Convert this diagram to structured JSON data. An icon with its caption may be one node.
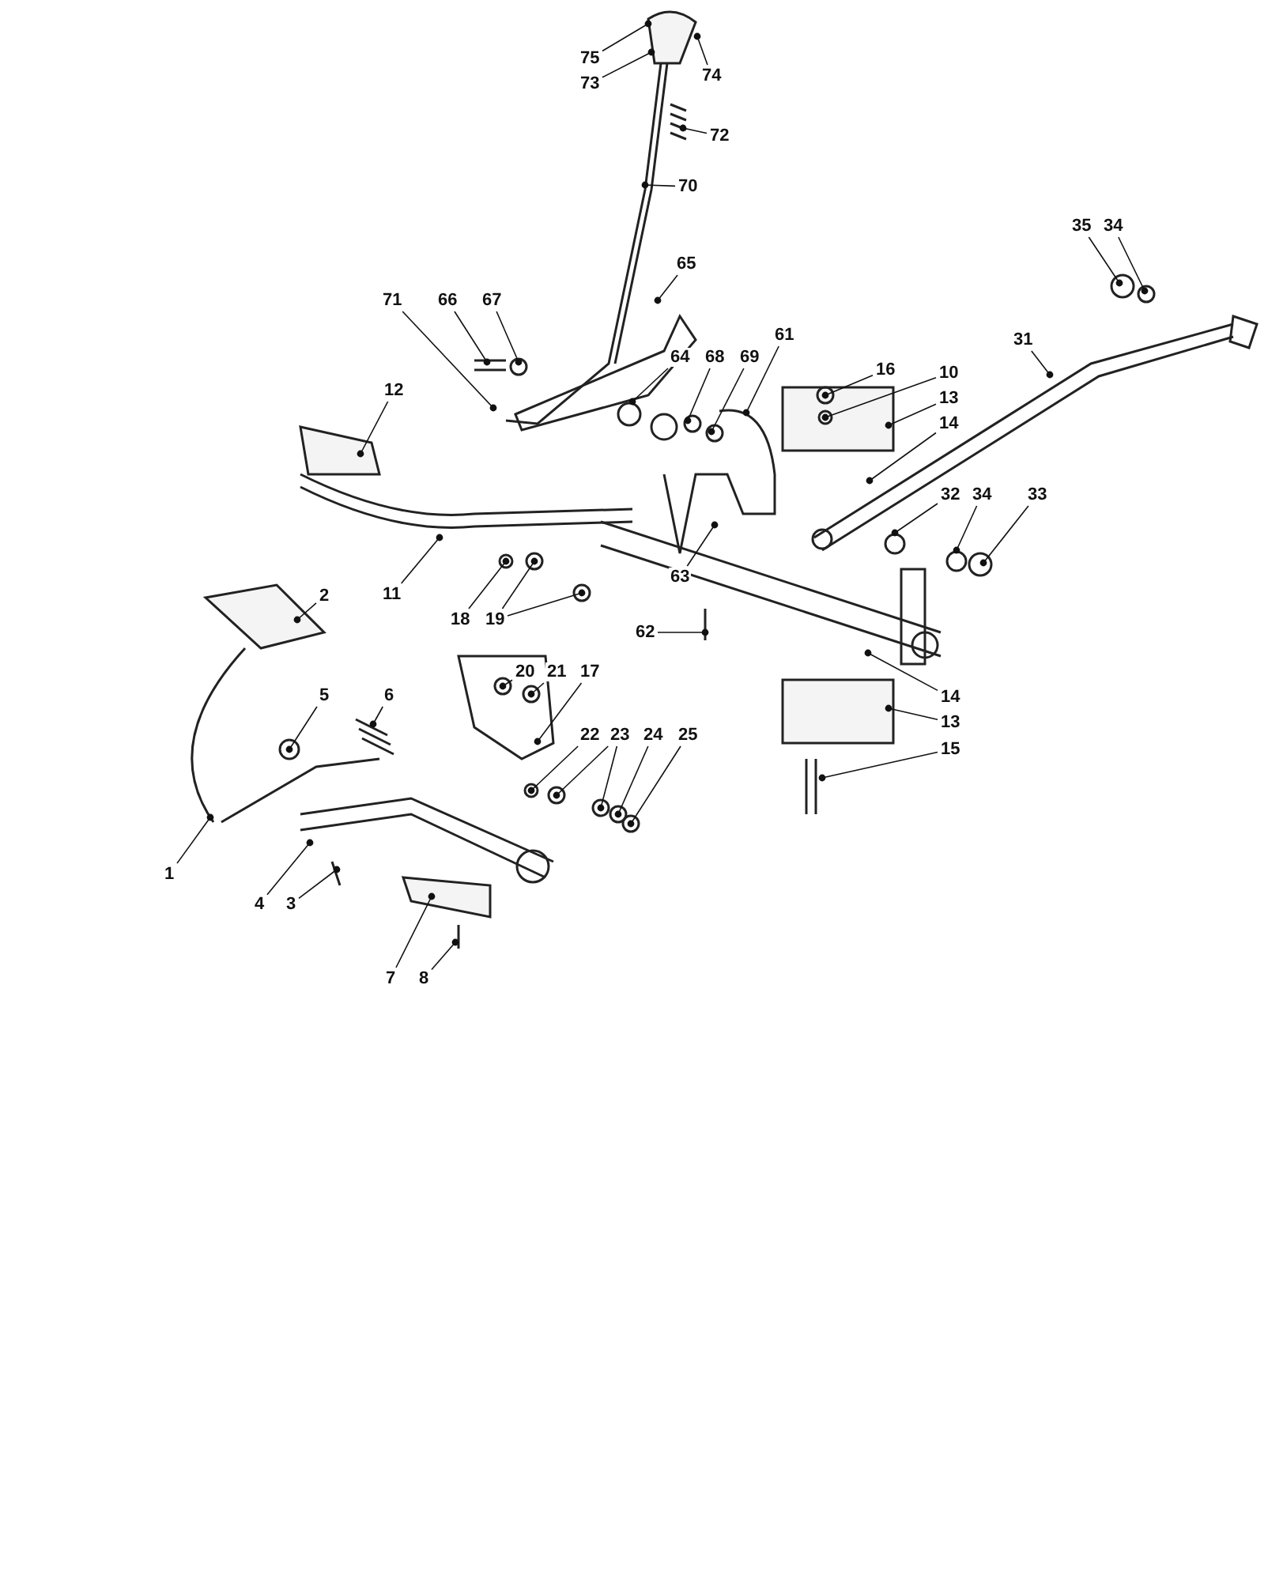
{
  "diagram": {
    "nodes": [
      {
        "text": [
          "75"
        ]
      },
      {
        "text": [
          "73"
        ]
      },
      {
        "text": [
          "74"
        ]
      },
      {
        "text": [
          "72"
        ]
      },
      {
        "text": [
          "70"
        ]
      },
      {
        "text": [
          "35"
        ]
      },
      {
        "text": [
          "34"
        ]
      },
      {
        "text": [
          "65"
        ]
      },
      {
        "text": [
          "71"
        ]
      },
      {
        "text": [
          "66"
        ]
      },
      {
        "text": [
          "67"
        ]
      },
      {
        "text": [
          "31"
        ]
      },
      {
        "text": [
          "64"
        ]
      },
      {
        "text": [
          "68"
        ]
      },
      {
        "text": [
          "69"
        ]
      },
      {
        "text": [
          "61"
        ]
      },
      {
        "text": [
          "16"
        ]
      },
      {
        "text": [
          "10"
        ]
      },
      {
        "text": [
          "12"
        ]
      },
      {
        "text": [
          "13"
        ]
      },
      {
        "text": [
          "14"
        ]
      },
      {
        "text": [
          "32"
        ]
      },
      {
        "text": [
          "34"
        ]
      },
      {
        "text": [
          "33"
        ]
      },
      {
        "text": [
          "2"
        ]
      },
      {
        "text": [
          "11"
        ]
      },
      {
        "text": [
          "63"
        ]
      },
      {
        "text": [
          "18"
        ]
      },
      {
        "text": [
          "19"
        ]
      },
      {
        "text": [
          "62"
        ]
      },
      {
        "text": [
          "20"
        ]
      },
      {
        "text": [
          "21"
        ]
      },
      {
        "text": [
          "17"
        ]
      },
      {
        "text": [
          "5"
        ]
      },
      {
        "text": [
          "6"
        ]
      },
      {
        "text": [
          "14"
        ]
      },
      {
        "text": [
          "13"
        ]
      },
      {
        "text": [
          "22"
        ]
      },
      {
        "text": [
          "23"
        ]
      },
      {
        "text": [
          "24"
        ]
      },
      {
        "text": [
          "25"
        ]
      },
      {
        "text": [
          "15"
        ]
      },
      {
        "text": [
          "1"
        ]
      },
      {
        "text": [
          "4"
        ]
      },
      {
        "text": [
          "3"
        ]
      },
      {
        "text": [
          "7"
        ]
      },
      {
        "text": [
          "8"
        ]
      }
    ],
    "edges": [
      {
        "from": 0,
        "to": null,
        "arrow": "other"
      },
      {
        "from": 1,
        "to": null,
        "arrow": "other"
      },
      {
        "from": 2,
        "to": null,
        "arrow": "other"
      },
      {
        "from": 3,
        "to": null,
        "arrow": "other"
      },
      {
        "from": 4,
        "to": null,
        "arrow": "other"
      },
      {
        "from": 5,
        "to": null,
        "arrow": "other"
      },
      {
        "from": 6,
        "to": null,
        "arrow": "other"
      },
      {
        "from": 7,
        "to": null,
        "arrow": "other"
      },
      {
        "from": 8,
        "to": null,
        "arrow": "other"
      },
      {
        "from": 9,
        "to": null,
        "arrow": "other"
      },
      {
        "from": 10,
        "to": null,
        "arrow": "other"
      },
      {
        "from": 11,
        "to": null,
        "arrow": "other"
      },
      {
        "from": 12,
        "to": null,
        "arrow": "other"
      },
      {
        "from": 13,
        "to": null,
        "arrow": "other"
      },
      {
        "from": 14,
        "to": null,
        "arrow": "other"
      },
      {
        "from": 15,
        "to": null,
        "arrow": "other"
      },
      {
        "from": 16,
        "to": null,
        "arrow": "other"
      },
      {
        "from": 17,
        "to": null,
        "arrow": "other"
      },
      {
        "from": 18,
        "to": null,
        "arrow": "other"
      },
      {
        "from": 19,
        "to": null,
        "arrow": "other"
      },
      {
        "from": 20,
        "to": null,
        "arrow": "other"
      },
      {
        "from": 21,
        "to": null,
        "arrow": "other"
      },
      {
        "from": 22,
        "to": null,
        "arrow": "other"
      },
      {
        "from": 23,
        "to": null,
        "arrow": "other"
      },
      {
        "from": 24,
        "to": null,
        "arrow": "other"
      },
      {
        "from": 25,
        "to": null,
        "arrow": "other"
      },
      {
        "from": 26,
        "to": null,
        "arrow": "other"
      },
      {
        "from": 27,
        "to": null,
        "arrow": "other"
      },
      {
        "from": 28,
        "to": null,
        "arrow": "other"
      },
      {
        "from": 28,
        "to": null,
        "arrow": "other"
      },
      {
        "from": 29,
        "to": null,
        "arrow": "other"
      },
      {
        "from": 30,
        "to": null,
        "arrow": "other"
      },
      {
        "from": 31,
        "to": null,
        "arrow": "other"
      },
      {
        "from": 32,
        "to": null,
        "arrow": "other"
      },
      {
        "from": 33,
        "to": null,
        "arrow": "other"
      },
      {
        "from": 34,
        "to": null,
        "arrow": "other"
      },
      {
        "from": 35,
        "to": null,
        "arrow": "other"
      },
      {
        "from": 36,
        "to": null,
        "arrow": "other"
      },
      {
        "from": 37,
        "to": null,
        "arrow": "other"
      },
      {
        "from": 38,
        "to": null,
        "arrow": "other"
      },
      {
        "from": 38,
        "to": null,
        "arrow": "other"
      },
      {
        "from": 39,
        "to": null,
        "arrow": "other"
      },
      {
        "from": 40,
        "to": null,
        "arrow": "other"
      },
      {
        "from": 41,
        "to": null,
        "arrow": "other"
      },
      {
        "from": 42,
        "to": null,
        "arrow": "other"
      },
      {
        "from": 43,
        "to": null,
        "arrow": "other"
      },
      {
        "from": 44,
        "to": null,
        "arrow": "other"
      },
      {
        "from": 45,
        "to": null,
        "arrow": "other"
      },
      {
        "from": 46,
        "to": null,
        "arrow": "other"
      }
    ]
  }
}
